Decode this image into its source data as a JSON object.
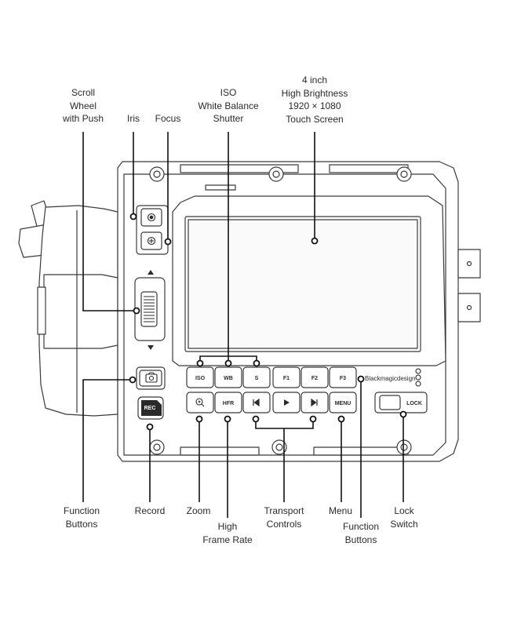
{
  "callouts": {
    "scroll_wheel": [
      "Scroll",
      "Wheel",
      "with Push"
    ],
    "iris": [
      "Iris"
    ],
    "focus": [
      "Focus"
    ],
    "iso_wb_shutter": [
      "ISO",
      "White Balance",
      "Shutter"
    ],
    "touch_screen": [
      "4 inch",
      "High Brightness",
      "1920 × 1080",
      "Touch Screen"
    ],
    "function_buttons_left": [
      "Function",
      "Buttons"
    ],
    "record": [
      "Record"
    ],
    "zoom": [
      "Zoom"
    ],
    "high_frame_rate": [
      "High",
      "Frame Rate"
    ],
    "transport_controls": [
      "Transport",
      "Controls"
    ],
    "menu": [
      "Menu"
    ],
    "function_buttons_right": [
      "Function",
      "Buttons"
    ],
    "lock_switch": [
      "Lock",
      "Switch"
    ]
  },
  "buttons": {
    "iso": "ISO",
    "wb": "WB",
    "s": "S",
    "f1": "F1",
    "f2": "F2",
    "f3": "F3",
    "hfr": "HFR",
    "menu": "MENU",
    "rec": "REC",
    "lock": "LOCK"
  },
  "brand": "Blackmagicdesign"
}
